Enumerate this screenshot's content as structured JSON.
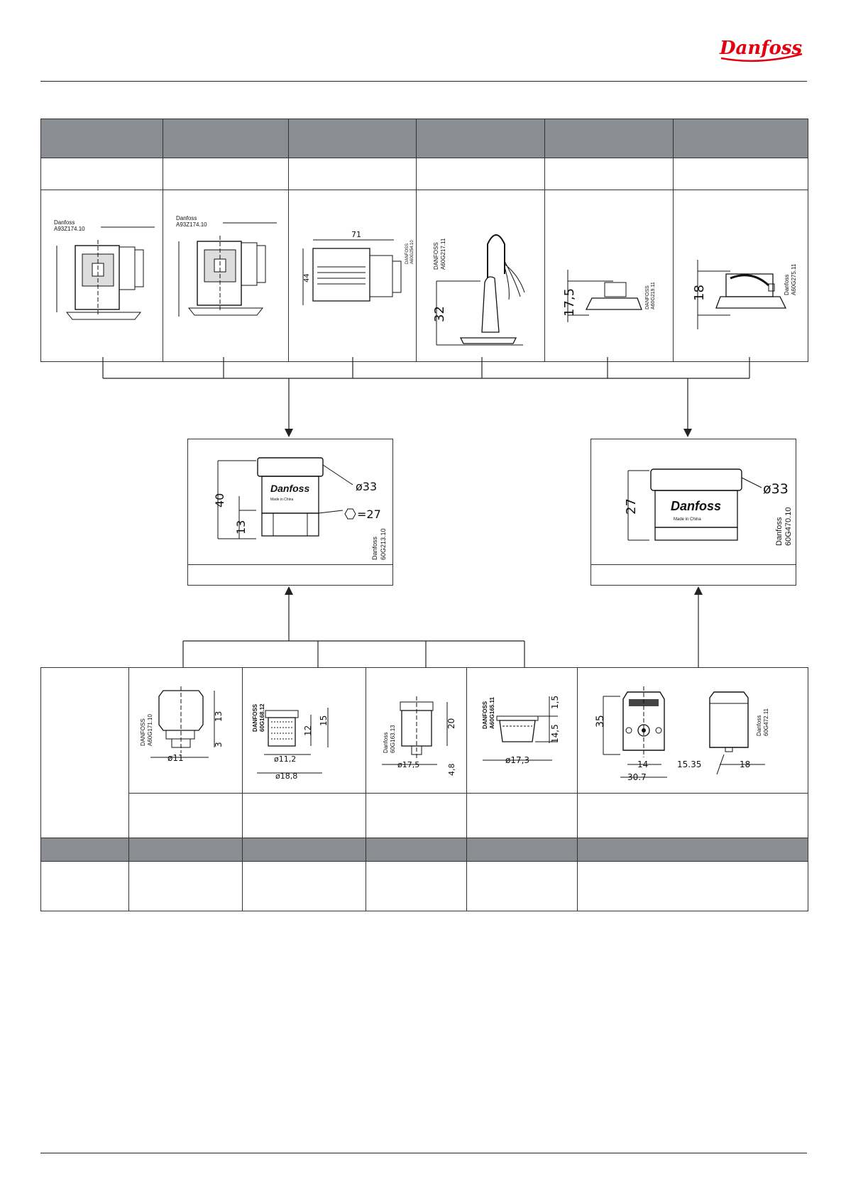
{
  "brand": {
    "logo_text": "Danfoss",
    "logo_color": "#e2000f"
  },
  "top_row": {
    "drawings": [
      {
        "part_code": "A93Z174.10",
        "maker": "Danfoss"
      },
      {
        "part_code": "A93Z174.10",
        "maker": "Danfoss"
      },
      {
        "part_code": "A60G254.10",
        "maker": "DANFOSS",
        "dimensions": [
          "71",
          "44"
        ]
      },
      {
        "part_code": "A60G217.11",
        "maker": "DANFOSS",
        "dimensions": [
          "32"
        ]
      },
      {
        "part_code": "A60G219.11",
        "maker": "DANFOSS",
        "dimensions": [
          "17,5"
        ]
      },
      {
        "part_code": "A60G275.11",
        "maker": "Danfoss",
        "dimensions": [
          "18"
        ]
      }
    ]
  },
  "coils": {
    "left": {
      "dimensions": [
        "40",
        "13",
        "ø33",
        "=27"
      ],
      "label": "Made in China",
      "part_code": "60G213.10",
      "maker": "Danfoss"
    },
    "right": {
      "dimensions": [
        "27",
        "ø33"
      ],
      "label": "Made in China",
      "part_code": "60G470.10",
      "maker": "Danfoss"
    }
  },
  "bottom_row": {
    "drawings": [
      {
        "part_code": "A60G171.10",
        "maker": "DANFOSS",
        "dimensions": [
          "13",
          "3",
          "ø11"
        ]
      },
      {
        "part_code": "60G168.12",
        "maker": "DANFOSS",
        "dimensions": [
          "15",
          "12",
          "ø11,2",
          "ø18,8"
        ]
      },
      {
        "part_code": "60G163.13",
        "maker": "Danfoss",
        "dimensions": [
          "20",
          "ø17,5",
          "4,8"
        ]
      },
      {
        "part_code": "A60G165.11",
        "maker": "DANFOSS",
        "dimensions": [
          "1,5",
          "14,5",
          "ø17,3"
        ]
      },
      {
        "part_code": "60G472.11",
        "maker": "Danfoss",
        "dimensions": [
          "35",
          "14",
          "15.35",
          "18",
          "30.7"
        ]
      }
    ]
  },
  "colors": {
    "header_fill": "#8a8e93",
    "line": "#222222"
  }
}
